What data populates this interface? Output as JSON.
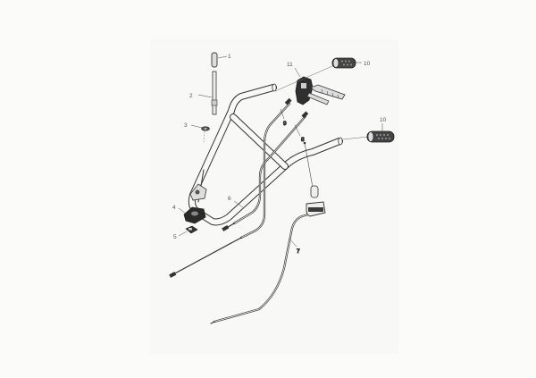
{
  "diagram": {
    "type": "exploded-parts-diagram",
    "subject": "handlebar assembly with control cables",
    "callouts": [
      {
        "id": "1",
        "label": "1",
        "part": "handle knob"
      },
      {
        "id": "2",
        "label": "2",
        "part": "adjustment rod"
      },
      {
        "id": "3",
        "label": "3",
        "part": "washer"
      },
      {
        "id": "4",
        "label": "4",
        "part": "mounting bracket"
      },
      {
        "id": "5",
        "label": "5",
        "part": "clip"
      },
      {
        "id": "6",
        "label": "6",
        "part": "handlebar frame"
      },
      {
        "id": "7",
        "label": "7",
        "part": "throttle cable"
      },
      {
        "id": "8",
        "label": "8",
        "part": "control cable"
      },
      {
        "id": "9",
        "label": "9",
        "part": "control cable"
      },
      {
        "id": "10a",
        "label": "10",
        "part": "grip (left)"
      },
      {
        "id": "10b",
        "label": "10",
        "part": "grip (right)"
      },
      {
        "id": "11",
        "label": "11",
        "part": "lever assembly"
      }
    ],
    "colors": {
      "line": "#333333",
      "background": "#fbfbfa",
      "panel": "#f8f8f6",
      "part_fill": "#e8e8e6",
      "dark_part": "#2a2a2a"
    }
  }
}
